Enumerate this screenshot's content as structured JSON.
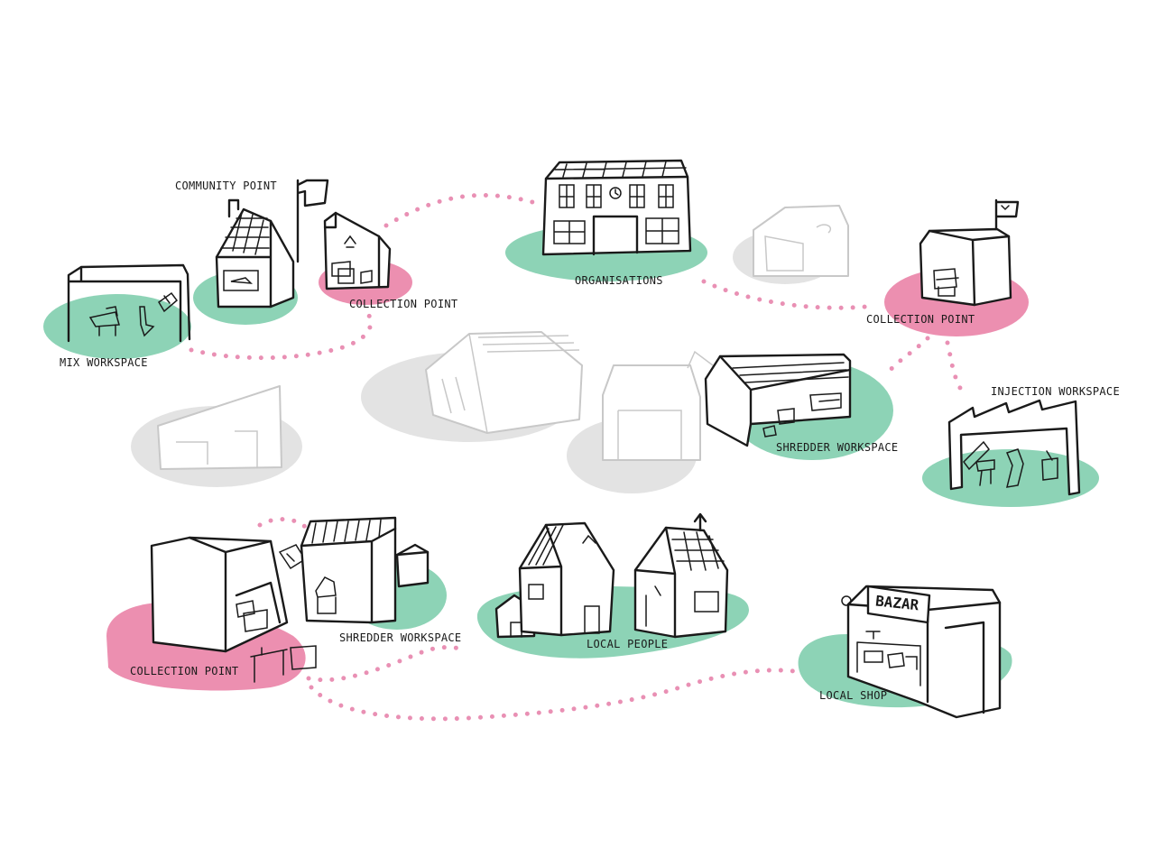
{
  "colors": {
    "green_blob": "#8dd3b6",
    "pink_blob": "#ec8fb0",
    "grey_blob": "#e3e3e3",
    "dotted_path": "#e990b4",
    "ink": "#1a1a1a"
  },
  "labels": {
    "community_point": "COMMUNITY POINT",
    "collection_point_top_left": "COLLECTION POINT",
    "mix_workspace": "MIX WORKSPACE",
    "organisations": "ORGANISATIONS",
    "collection_point_top_right": "COLLECTION POINT",
    "injection_workspace": "INJECTION WORKSPACE",
    "shredder_workspace_middle": "SHREDDER WORKSPACE",
    "collection_point_bottom_left": "COLLECTION POINT",
    "shredder_workspace_bottom": "SHREDDER WORKSPACE",
    "local_people": "LOCAL PEOPLE",
    "local_shop": "LOCAL SHOP",
    "bazar_sign": "BAZAR"
  },
  "icons": [
    "recycle-icon",
    "flag-icon",
    "clock-icon",
    "chimney-icon"
  ]
}
